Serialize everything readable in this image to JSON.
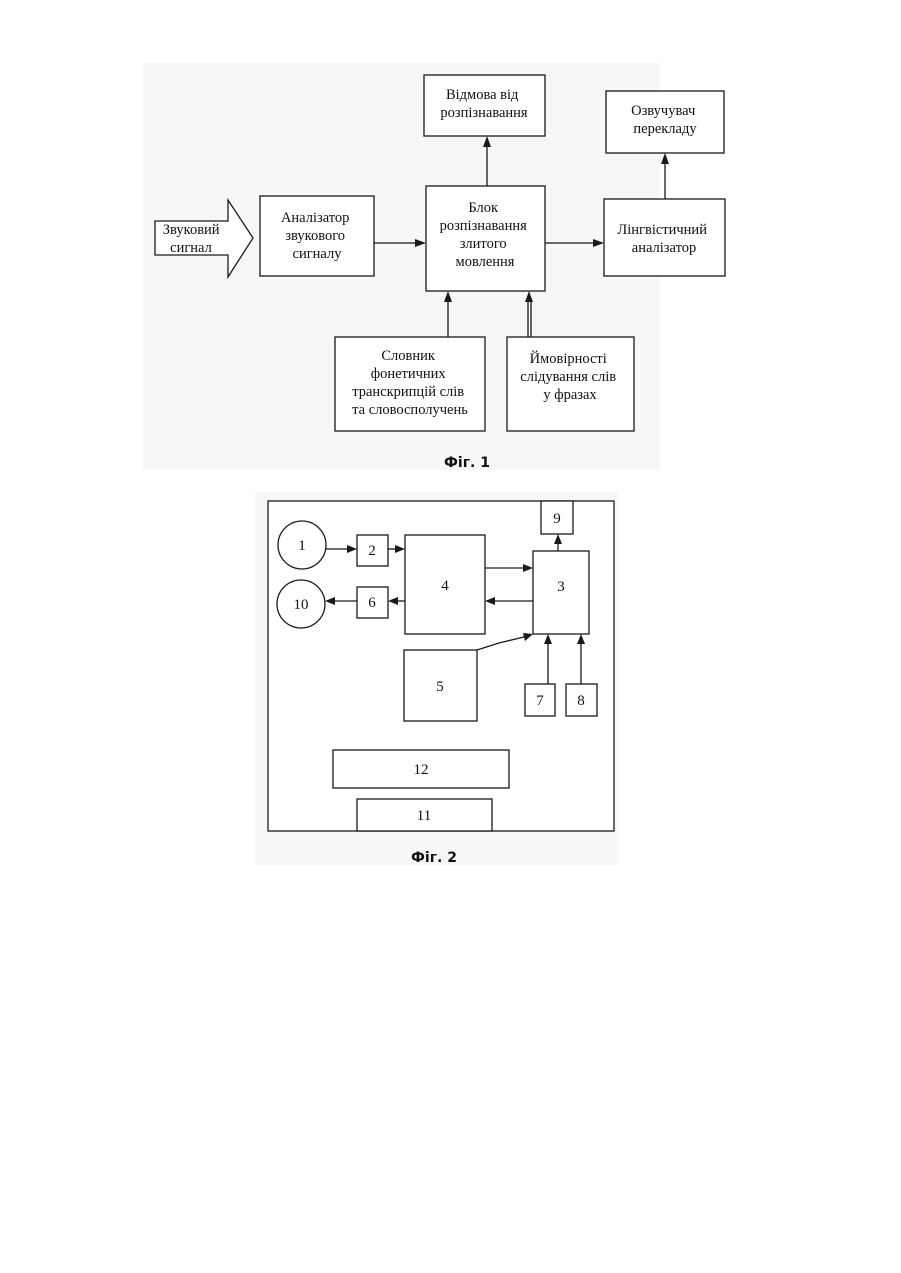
{
  "figure1": {
    "caption": "Фіг. 1",
    "blocks": {
      "input_signal": [
        "Звуковий",
        "сигнал"
      ],
      "analyzer": [
        "Аналізатор",
        "звукового",
        "сигналу"
      ],
      "recognizer": [
        "Блок",
        "розпізнавання",
        "злитого",
        "мовлення"
      ],
      "refusal": [
        "Відмова від",
        "розпізнавання"
      ],
      "voicer": [
        "Озвучувач",
        "перекладу"
      ],
      "linguistic": [
        "Лінгвістичний",
        "аналізатор"
      ],
      "dictionary": [
        "Словник",
        "фонетичних",
        "транскрипцій слів",
        "та словосполучень"
      ],
      "probabilities": [
        "Ймовірності",
        "слідування слів",
        "у фразах"
      ]
    }
  },
  "figure2": {
    "caption": "Фіг. 2",
    "labels": {
      "n1": "1",
      "n2": "2",
      "n3": "3",
      "n4": "4",
      "n5": "5",
      "n6": "6",
      "n7": "7",
      "n8": "8",
      "n9": "9",
      "n10": "10",
      "n11": "11",
      "n12": "12"
    }
  }
}
